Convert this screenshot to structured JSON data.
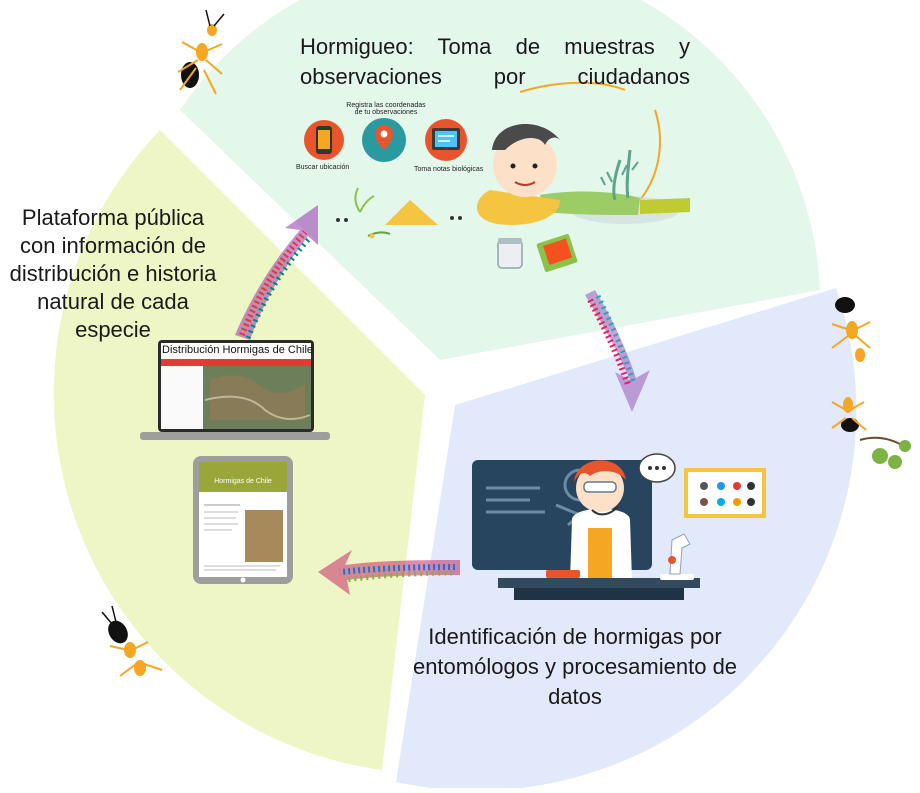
{
  "sections": {
    "top": {
      "text": "Hormigueo: Toma de muestras y observaciones por ciudadanos",
      "color": "#e3f7ea"
    },
    "left": {
      "text": "Plataforma pública con información de distribución e historia natural de cada especie",
      "color": "#eef6c6"
    },
    "right": {
      "text": "Identificación de hormigas por entomólogos y procesamiento de datos",
      "color": "#e2e9fa"
    }
  },
  "field_icons": {
    "location": {
      "label": "Buscar ubicación",
      "icon": "phone-location-icon",
      "color": "#e8552d"
    },
    "coordinates": {
      "label": "Registra las coordenadas de tu observaciones",
      "icon": "map-pin-icon",
      "color": "#2a9aa0"
    },
    "notes": {
      "label": "Toma notas biológicas",
      "icon": "tablet-notes-icon",
      "color": "#e8552d"
    }
  },
  "platform": {
    "laptop_title": "Distribución Hormigas de Chile",
    "tablet_title": "Hormigas de Chile"
  }
}
